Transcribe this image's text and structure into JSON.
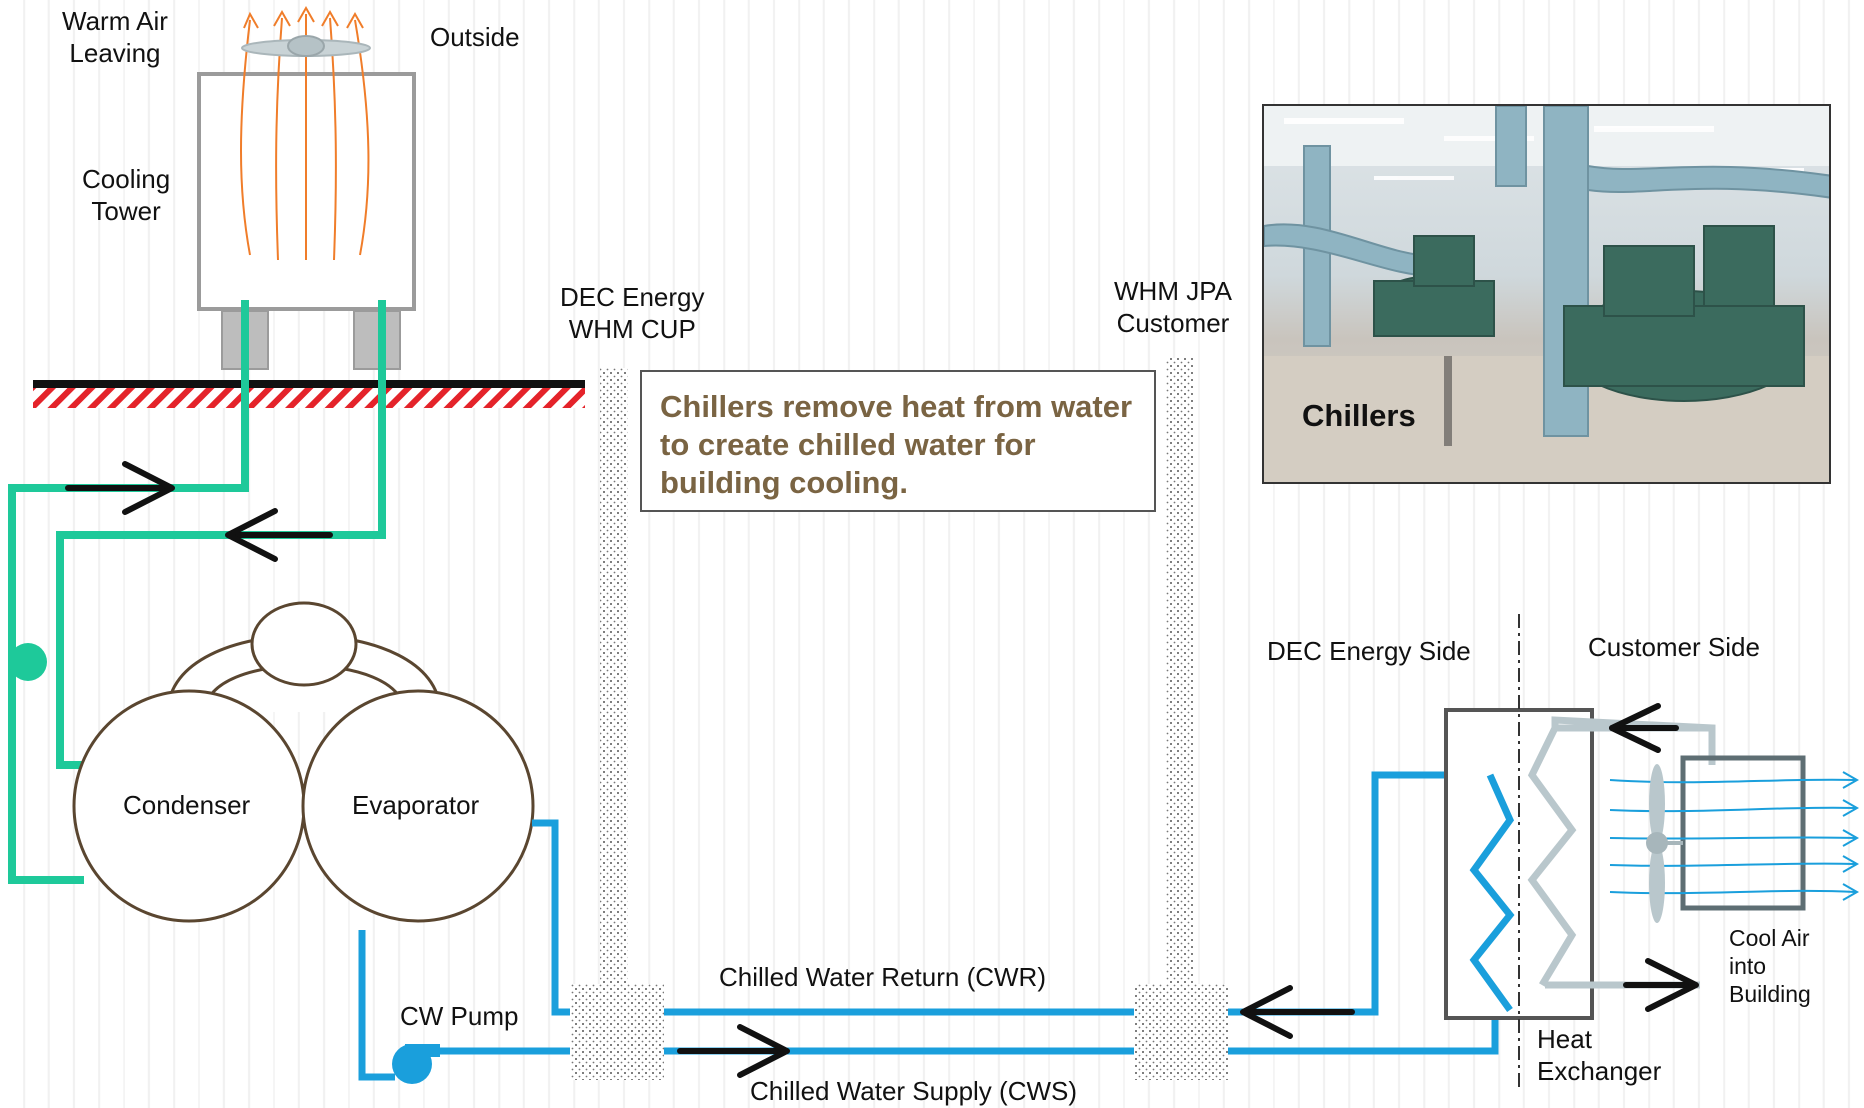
{
  "labels": {
    "warm_air_leaving": "Warm Air\nLeaving",
    "outside": "Outside",
    "cooling_tower": "Cooling\nTower",
    "dec_energy_whm_cup": "DEC Energy\nWHM CUP",
    "whm_jpa_customer": "WHM JPA\nCustomer",
    "condenser": "Condenser",
    "evaporator": "Evaporator",
    "cw_pump": "CW Pump",
    "chilled_water_return": "Chilled Water Return (CWR)",
    "chilled_water_supply": "Chilled Water Supply (CWS)",
    "dec_energy_side": "DEC Energy Side",
    "customer_side": "Customer Side",
    "heat_exchanger": "Heat\nExchanger",
    "cool_air_into_building": "Cool Air\ninto\nBuilding"
  },
  "note": "Chillers remove heat from water to create chilled water for building cooling.",
  "photo_label": "Chillers",
  "colors": {
    "condenser_water": "#1ec99a",
    "chilled_water": "#1a9fdc",
    "customer_loop": "#b9c7cc",
    "equipment_outline": "#5a4630",
    "arrow": "#111111",
    "warm_air": "#f07d2a",
    "note_text": "#7a6443"
  },
  "icons": [
    "fan-icon",
    "pump-icon",
    "flow-arrow-icon",
    "heat-exchanger-icon",
    "air-handler-icon"
  ]
}
